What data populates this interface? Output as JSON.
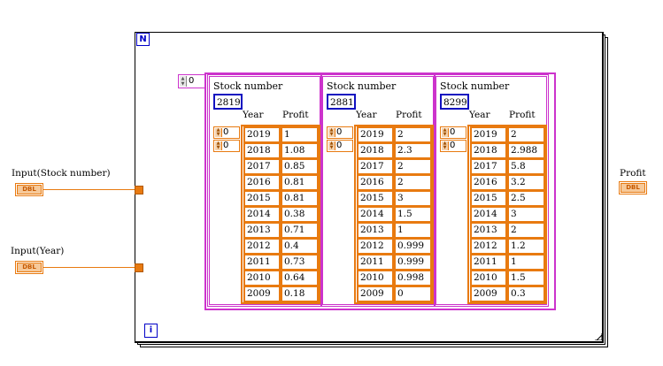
{
  "loop": {
    "n_label": "N",
    "i_label": "i"
  },
  "inputs": [
    {
      "label": "Input(Stock number)",
      "type_tag": "DBL"
    },
    {
      "label": "Input(Year)",
      "type_tag": "DBL"
    }
  ],
  "output": {
    "label": "Profit",
    "type_tag": "DBL"
  },
  "outer_index": "0",
  "clusters": [
    {
      "title": "Stock number",
      "stock": "2819",
      "year_header": "Year",
      "profit_header": "Profit",
      "indices": [
        "0",
        "0"
      ],
      "rows": [
        [
          "2019",
          "1"
        ],
        [
          "2018",
          "1.08"
        ],
        [
          "2017",
          "0.85"
        ],
        [
          "2016",
          "0.81"
        ],
        [
          "2015",
          "0.81"
        ],
        [
          "2014",
          "0.38"
        ],
        [
          "2013",
          "0.71"
        ],
        [
          "2012",
          "0.4"
        ],
        [
          "2011",
          "0.73"
        ],
        [
          "2010",
          "0.64"
        ],
        [
          "2009",
          "0.18"
        ]
      ]
    },
    {
      "title": "Stock number",
      "stock": "2881",
      "year_header": "Year",
      "profit_header": "Profit",
      "indices": [
        "0",
        "0"
      ],
      "rows": [
        [
          "2019",
          "2"
        ],
        [
          "2018",
          "2.3"
        ],
        [
          "2017",
          "2"
        ],
        [
          "2016",
          "2"
        ],
        [
          "2015",
          "3"
        ],
        [
          "2014",
          "1.5"
        ],
        [
          "2013",
          "1"
        ],
        [
          "2012",
          "0.999"
        ],
        [
          "2011",
          "0.999"
        ],
        [
          "2010",
          "0.998"
        ],
        [
          "2009",
          "0"
        ]
      ]
    },
    {
      "title": "Stock number",
      "stock": "8299",
      "year_header": "Year",
      "profit_header": "Profit",
      "indices": [
        "0",
        "0"
      ],
      "rows": [
        [
          "2019",
          "2"
        ],
        [
          "2018",
          "2.988"
        ],
        [
          "2017",
          "5.8"
        ],
        [
          "2016",
          "3.2"
        ],
        [
          "2015",
          "2.5"
        ],
        [
          "2014",
          "3"
        ],
        [
          "2013",
          "2"
        ],
        [
          "2012",
          "1.2"
        ],
        [
          "2011",
          "1"
        ],
        [
          "2010",
          "1.5"
        ],
        [
          "2009",
          "0.3"
        ]
      ]
    }
  ],
  "colors": {
    "numeric_orange": "#e87a10",
    "array_magenta": "#cc33cc",
    "control_blue": "#1010c0"
  }
}
